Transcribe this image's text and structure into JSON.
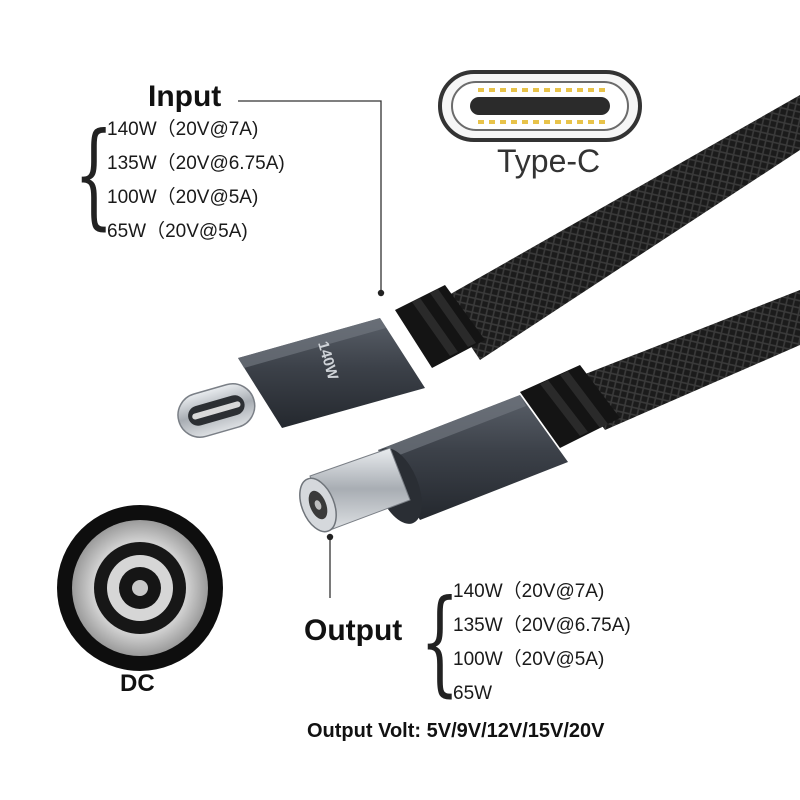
{
  "input": {
    "title": "Input",
    "specs": [
      "140W（20V@7A)",
      "135W（20V@6.75A)",
      "100W（20V@5A)",
      "65W（20V@5A)"
    ]
  },
  "output": {
    "title": "Output",
    "specs": [
      "140W（20V@7A)",
      "135W（20V@6.75A)",
      "100W（20V@5A)",
      "65W"
    ]
  },
  "type_c_label": "Type-C",
  "dc_label": "DC",
  "plug_marking": "140W",
  "output_volt": {
    "label": "Output Volt:",
    "values": "5V/9V/12V/15V/20V"
  },
  "colors": {
    "cable": "#1b1b1b",
    "plug_shell": "#3c4149",
    "metal": "#c9cdd2"
  }
}
